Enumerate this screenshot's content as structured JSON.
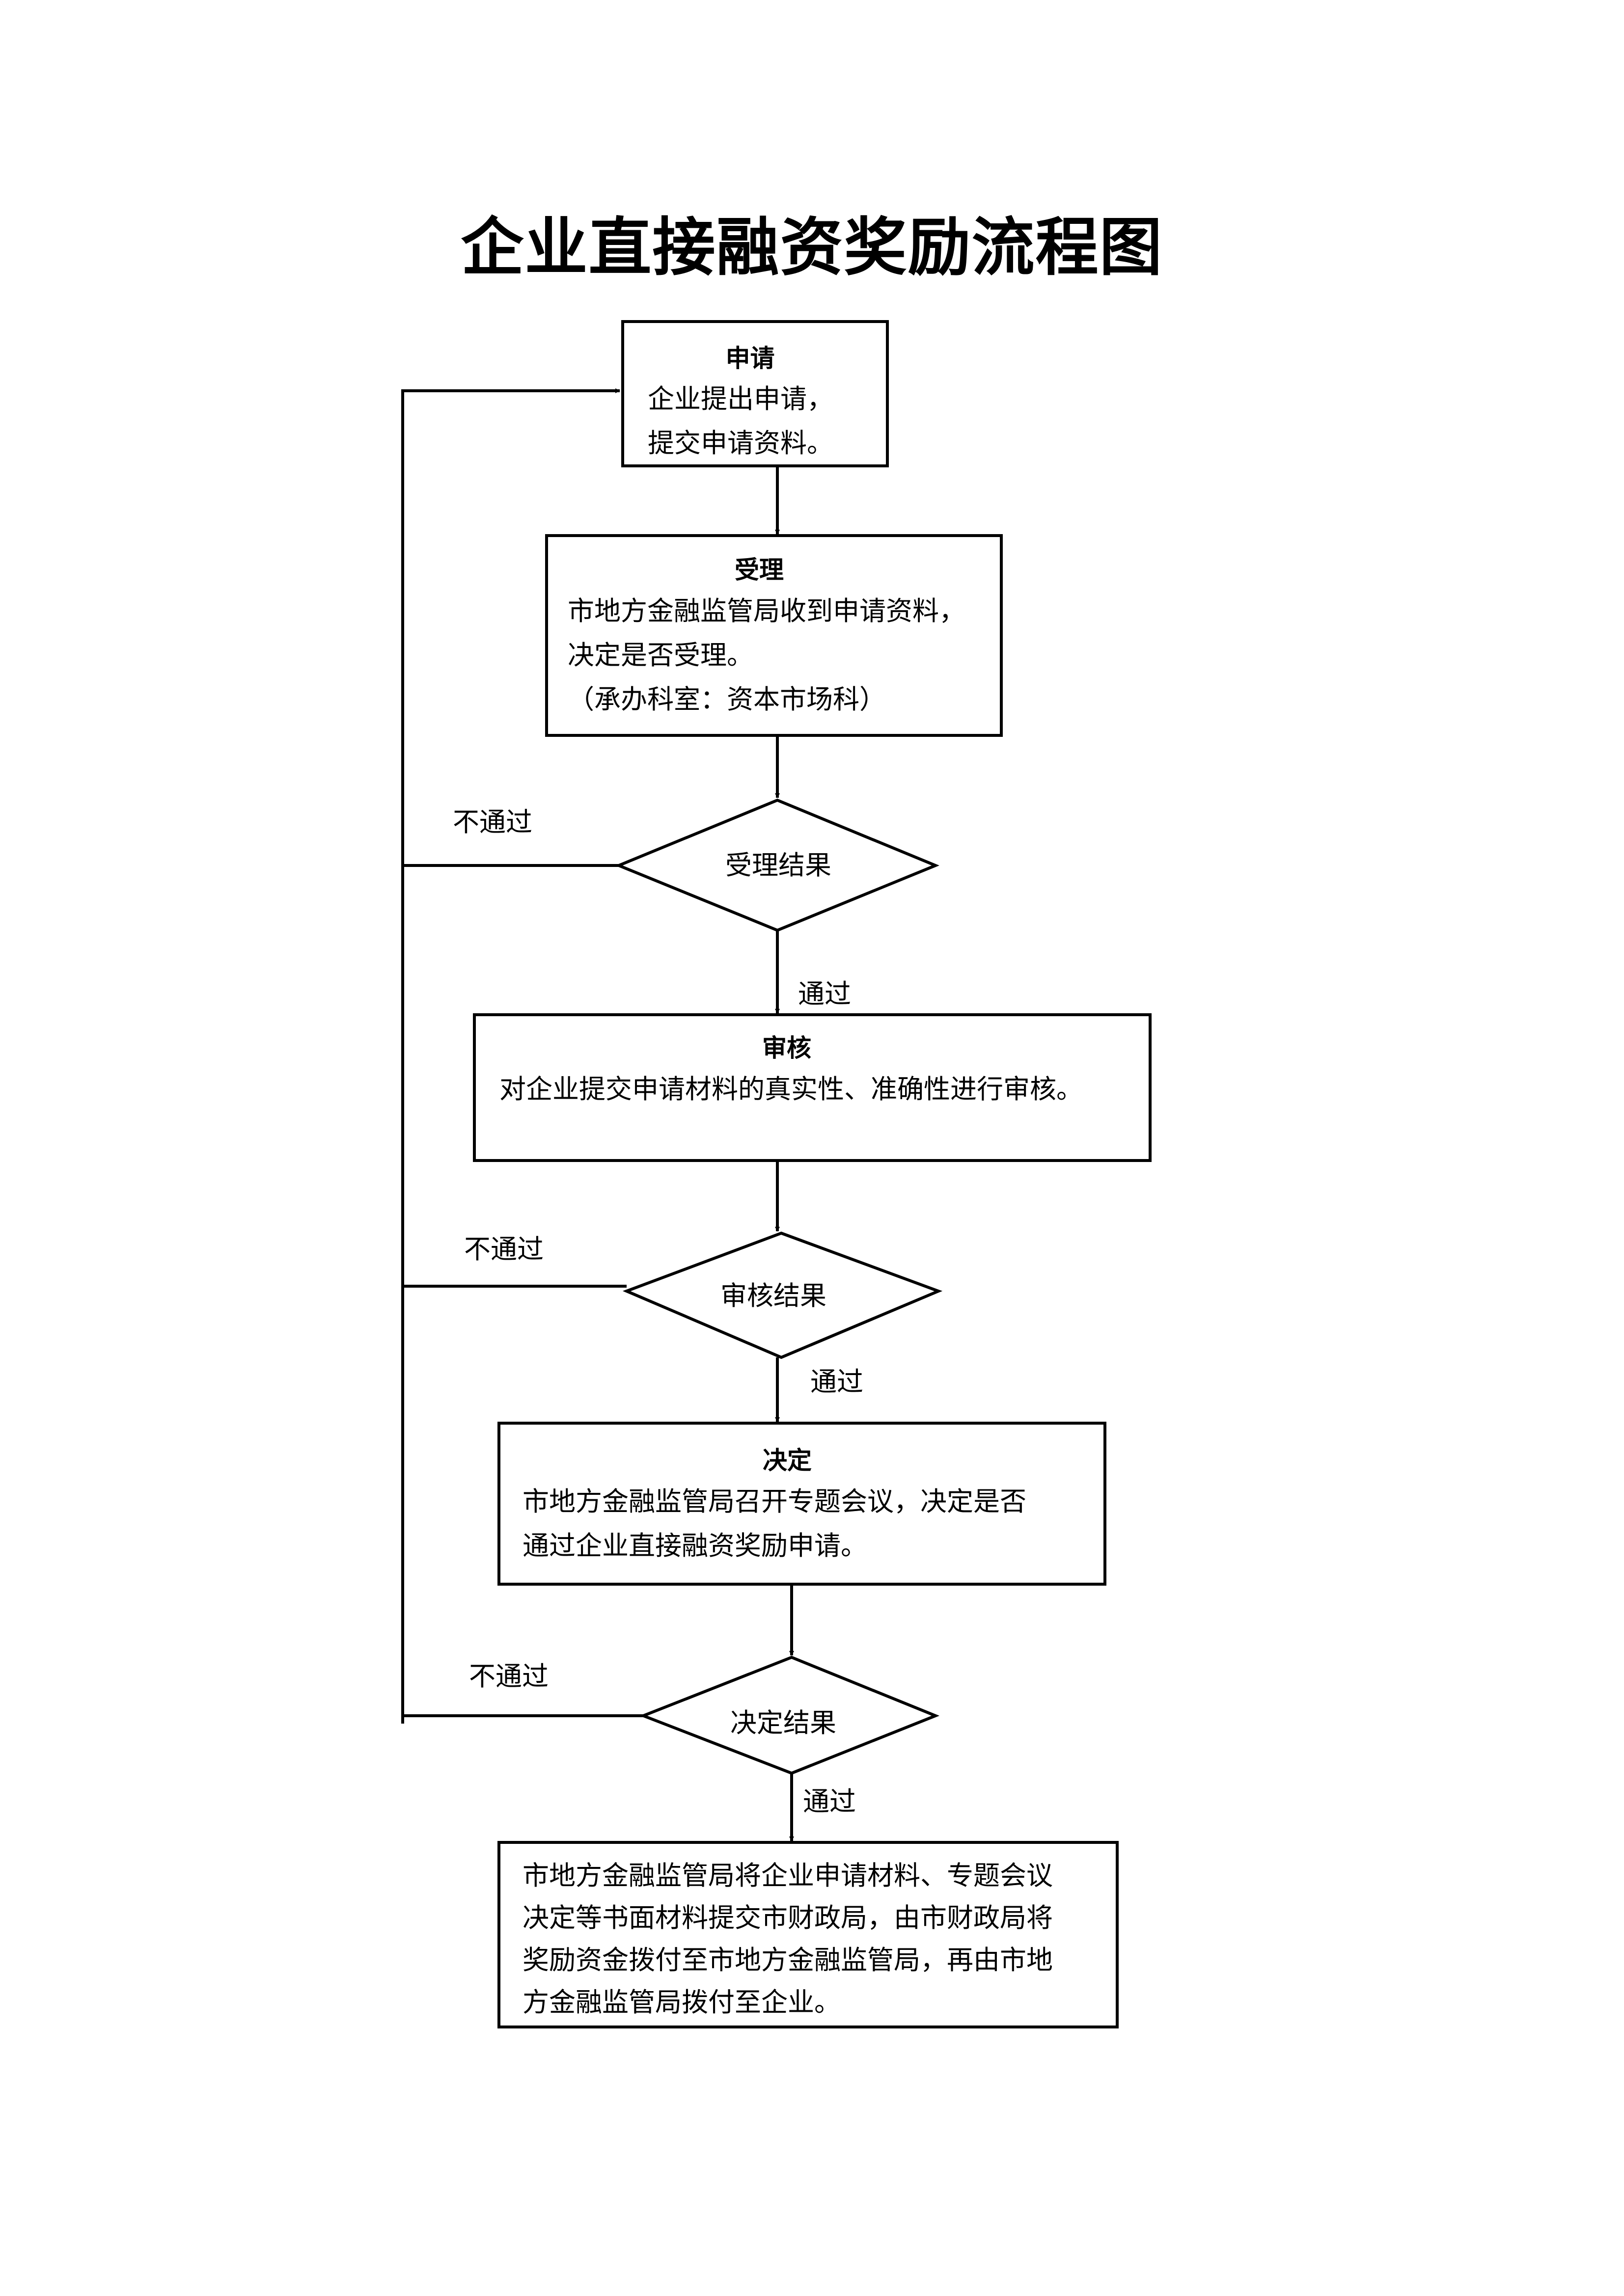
{
  "title": "企业直接融资奖励流程图",
  "steps": {
    "apply": {
      "heading": "申请",
      "lines": [
        "企业提出申请，",
        "提交申请资料。"
      ]
    },
    "accept": {
      "heading": "受理",
      "lines": [
        "市地方金融监管局收到申请资料，",
        "决定是否受理。",
        "（承办科室：资本市场科）"
      ]
    },
    "review": {
      "heading": "审核",
      "lines": [
        "对企业提交申请材料的真实性、准确性进行审核。"
      ]
    },
    "decide": {
      "heading": "决定",
      "lines": [
        "市地方金融监管局召开专题会议，决定是否",
        "通过企业直接融资奖励申请。"
      ]
    },
    "disburse": {
      "lines": [
        "市地方金融监管局将企业申请材料、专题会议",
        "决定等书面材料提交市财政局，由市财政局将",
        "奖励资金拨付至市地方金融监管局，再由市地",
        "方金融监管局拨付至企业。"
      ]
    }
  },
  "decisions": {
    "accept_result": "受理结果",
    "review_result": "审核结果",
    "decide_result": "决定结果"
  },
  "edge_labels": {
    "pass": "通过",
    "fail": "不通过"
  }
}
